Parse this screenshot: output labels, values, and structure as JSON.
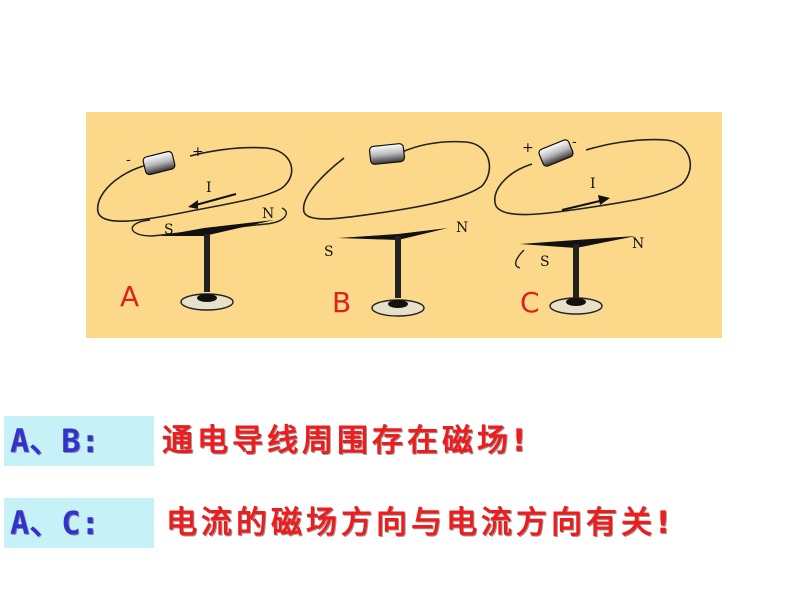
{
  "figure": {
    "panels": [
      {
        "letter": "A",
        "battery_minus": "-",
        "battery_plus": "+",
        "current": "I",
        "pole_s": "S",
        "pole_n": "N"
      },
      {
        "letter": "B",
        "pole_s": "S",
        "pole_n": "N"
      },
      {
        "letter": "C",
        "battery_plus": "+",
        "battery_minus": "-",
        "current": "I",
        "pole_s": "S",
        "pole_n": "N"
      }
    ]
  },
  "conclusions": [
    {
      "label": "A、B:",
      "text": "通电导线周围存在磁场!"
    },
    {
      "label": "A、C:",
      "text": "电流的磁场方向与电流方向有关!"
    }
  ],
  "colors": {
    "panel_background": "#fbd88a",
    "label_background": "#c6f1f7",
    "label_text": "#3333cc",
    "conclusion_text": "#ee1c1c",
    "panel_letter": "#e0201c"
  }
}
